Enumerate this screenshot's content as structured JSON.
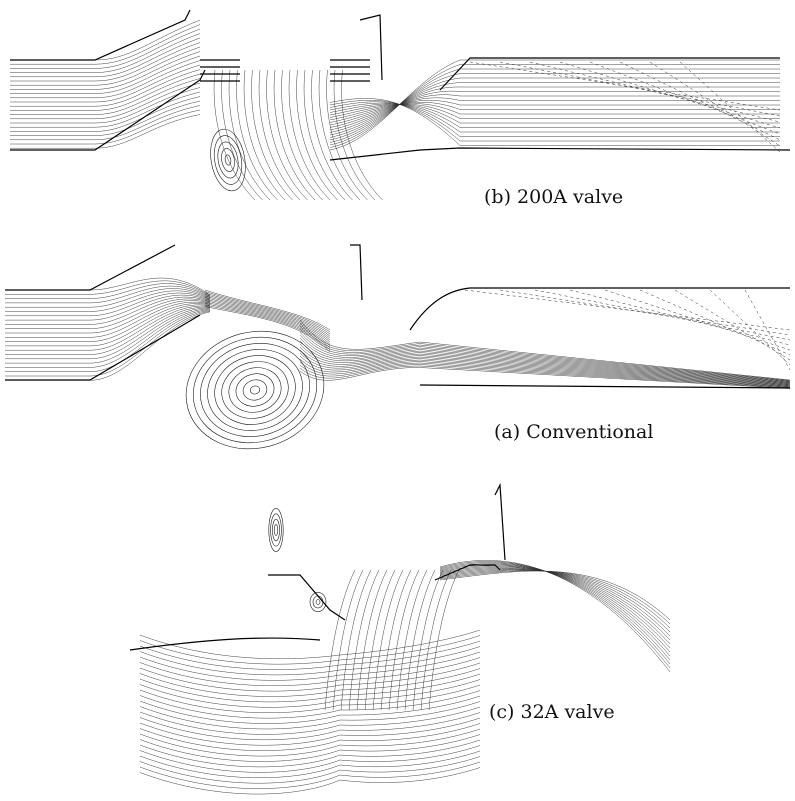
{
  "figure": {
    "panels": [
      {
        "id": "b",
        "caption": "(b)  200A  valve"
      },
      {
        "id": "a",
        "caption": "(a)  Conventional"
      },
      {
        "id": "c",
        "caption": "(c)  32A  valve"
      }
    ]
  }
}
